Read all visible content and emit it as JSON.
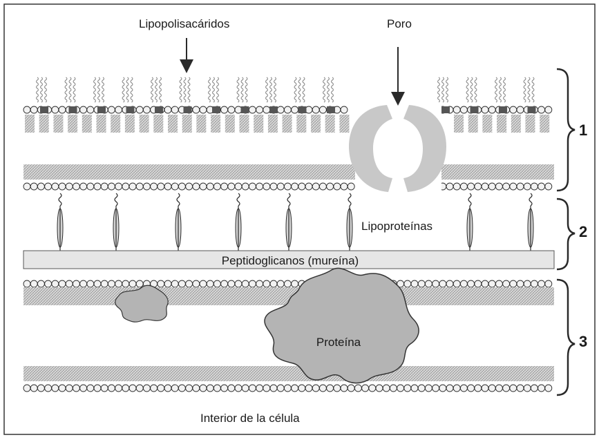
{
  "labels": {
    "lipopolysaccharides": "Lipopolisacáridos",
    "pore": "Poro",
    "lipoproteins": "Lipoproteínas",
    "peptidoglycan": "Peptidoglicanos (mureína)",
    "protein": "Proteína",
    "cell_interior": "Interior de la célula"
  },
  "regions": [
    {
      "number": "1"
    },
    {
      "number": "2"
    },
    {
      "number": "3"
    }
  ],
  "colors": {
    "line": "#2a2a2a",
    "membrane_head_fill": "#f2f2f2",
    "tail_hatch": "#9a9a9a",
    "porin": "#c8c8c8",
    "protein_fill": "#b4b4b4",
    "peptidoglycan_fill": "#e6e6e6",
    "lps_core": "#555555"
  }
}
